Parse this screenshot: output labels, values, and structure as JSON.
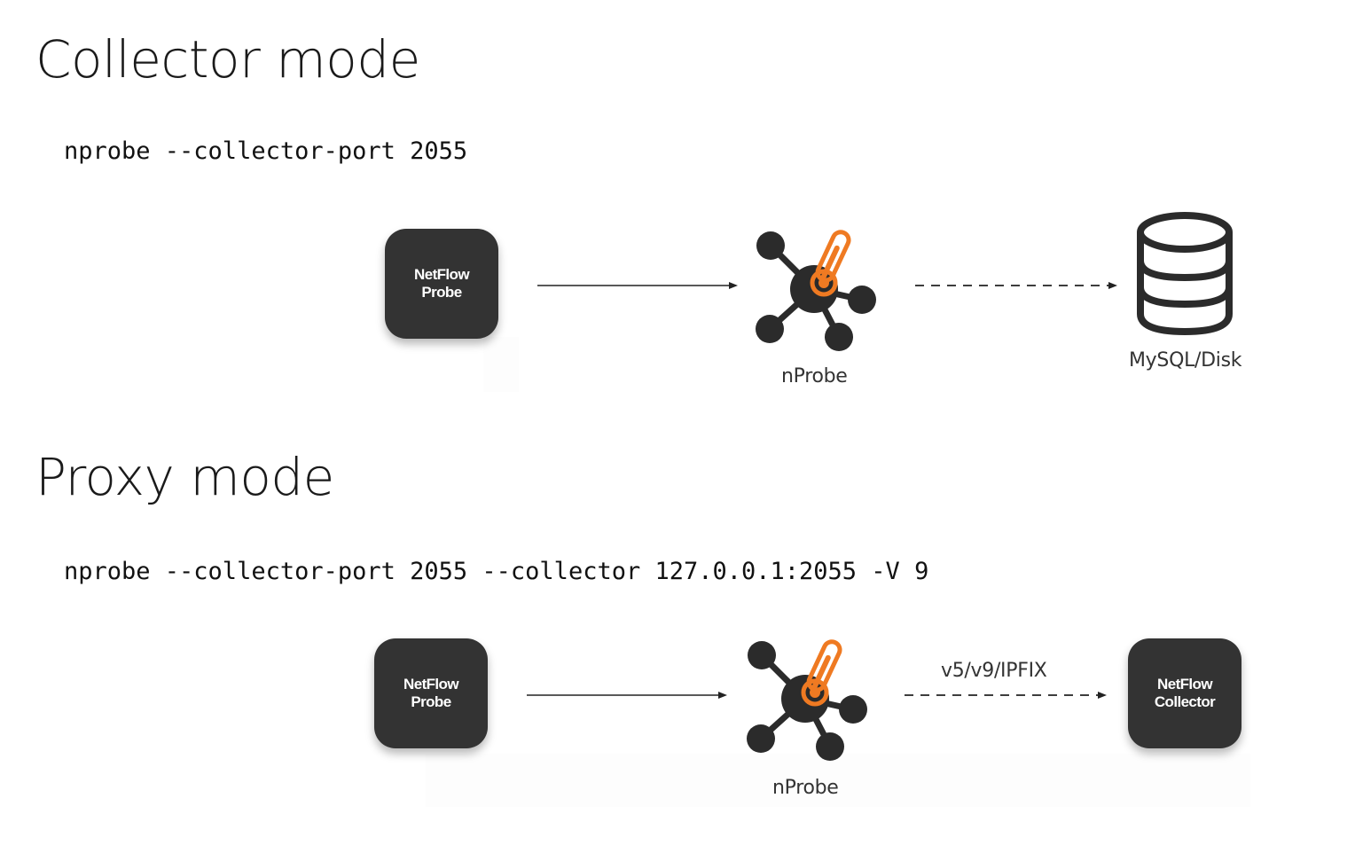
{
  "collector": {
    "heading": "Collector mode",
    "command": "nprobe --collector-port 2055",
    "source_box": "NetFlow\nProbe",
    "node_label": "nProbe",
    "target_label": "MySQL/Disk"
  },
  "proxy": {
    "heading": "Proxy mode",
    "command": "nprobe --collector-port 2055 --collector 127.0.0.1:2055 -V 9",
    "source_box": "NetFlow\nProbe",
    "node_label": "nProbe",
    "edge_label": "v5/v9/IPFIX",
    "target_box": "NetFlow\nCollector"
  },
  "colors": {
    "box_fill": "#333333",
    "node_fill": "#2b2b2b",
    "thermometer": "#ef7a22",
    "arrow": "#222222"
  },
  "icons": {
    "node": "nprobe-hub-icon",
    "database": "database-icon"
  }
}
